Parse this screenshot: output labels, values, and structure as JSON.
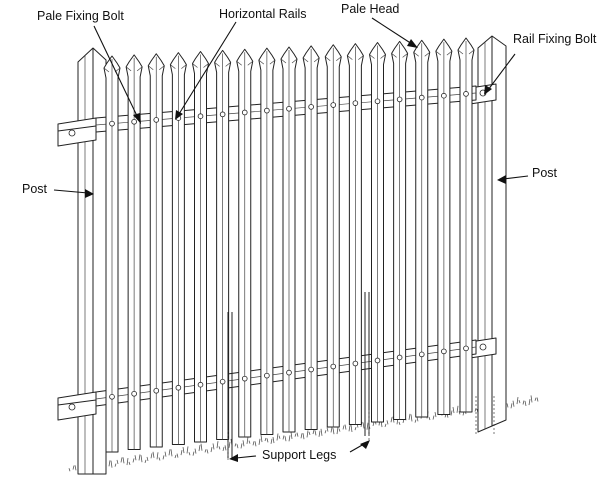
{
  "labels": {
    "pale_fixing_bolt": "Pale Fixing Bolt",
    "horizontal_rails": "Horizontal Rails",
    "pale_head": "Pale Head",
    "rail_fixing_bolt": "Rail Fixing Bolt",
    "post_left": "Post",
    "post_right": "Post",
    "support_legs": "Support Legs"
  },
  "colors": {
    "ink": "#222222",
    "background": "#ffffff"
  },
  "pale_count": 17
}
